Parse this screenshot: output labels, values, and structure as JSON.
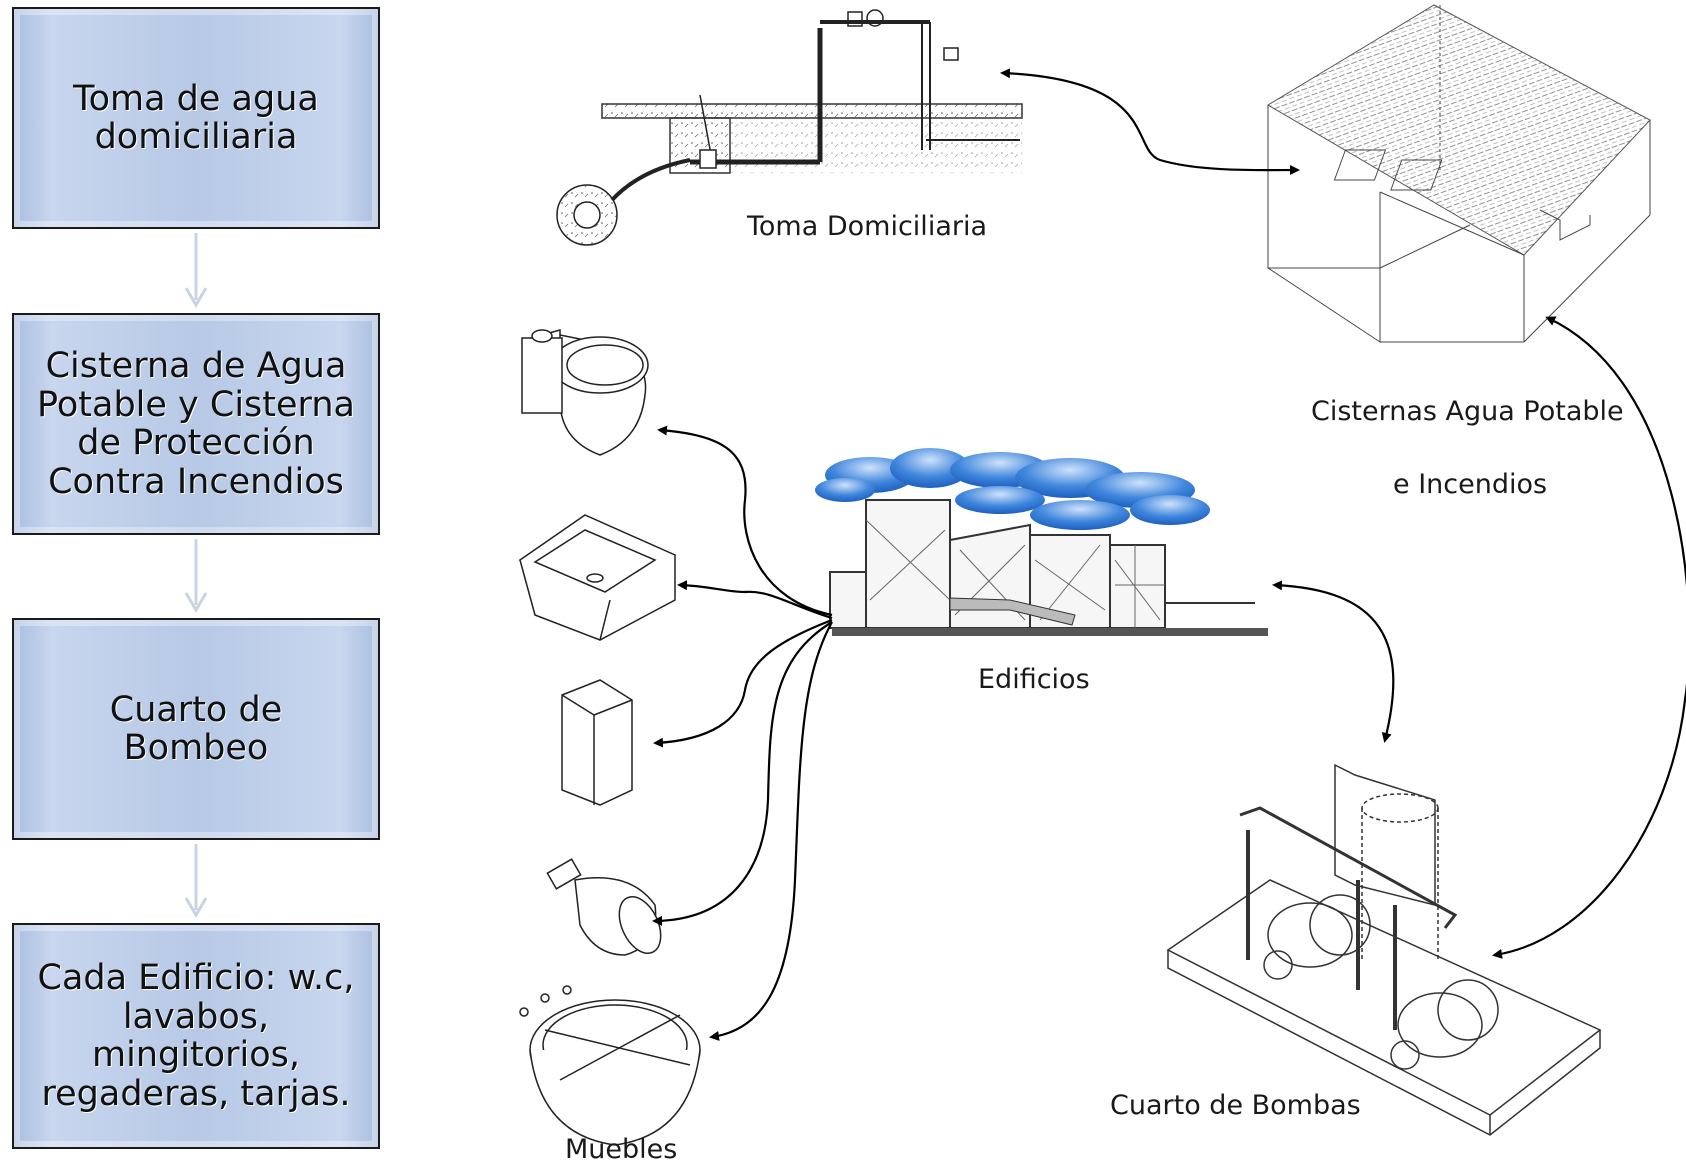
{
  "flow": {
    "steps": [
      {
        "label": "Toma de agua\ndomiciliaria"
      },
      {
        "label": "Cisterna de Agua\nPotable y Cisterna\nde Protección\nContra Incendios"
      },
      {
        "label": "Cuarto de Bombeo"
      },
      {
        "label": "Cada Edificio: w.c,\nlavabos,\nmingitorios,\nregaderas, tarjas."
      }
    ]
  },
  "labels": {
    "toma": "Toma Domiciliaria",
    "cisternas_line1": "Cisternas Agua Potable",
    "cisternas_line2": "e Incendios",
    "edificios": "Edificios",
    "cuarto": "Cuarto de Bombas",
    "muebles": "Muebles"
  },
  "colors": {
    "box_fill": "#b7c9e6",
    "box_border": "#1b1b1b",
    "flow_arrow": "#c9d4e3",
    "sky": "#2f77d4"
  }
}
